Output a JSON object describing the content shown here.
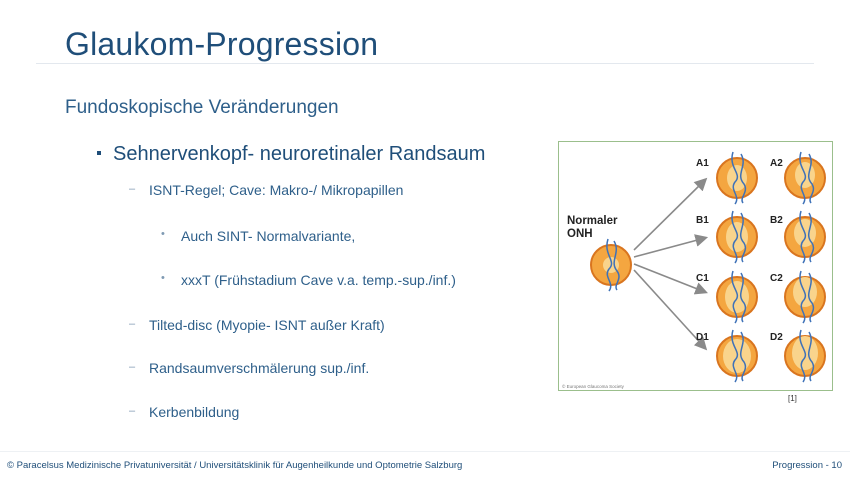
{
  "slide": {
    "title": "Glaukom-Progression",
    "subtitle": "Fundoskopische Veränderungen",
    "bullet_main": "Sehnervenkopf- neuroretinaler Randsaum",
    "items": [
      {
        "text": "ISNT-Regel; Cave: Makro-/ Mikropapillen"
      },
      {
        "text": "Auch SINT- Normalvariante,"
      },
      {
        "text": "xxxT (Frühstadium Cave v.a. temp.-sup./inf.)"
      },
      {
        "text": "Tilted-disc (Myopie- ISNT außer Kraft)"
      },
      {
        "text": "Randsaumverschmälerung sup./inf."
      },
      {
        "text": "Kerbenbildung"
      }
    ],
    "citation": "[1]"
  },
  "figure": {
    "normal_label_line1": "Normaler",
    "normal_label_line2": "ONH",
    "stage_labels": {
      "a1": "A1",
      "a2": "A2",
      "b1": "B1",
      "b2": "B2",
      "c1": "C1",
      "c2": "C2",
      "d1": "D1",
      "d2": "D2"
    },
    "copyright": "© European Glaucoma Society",
    "colors": {
      "disc_rim": "#e8862c",
      "disc_fill": "#f4a640",
      "cup": "#f9d48c",
      "vessel": "#3f72b8",
      "arrow": "#8a8a8a"
    }
  },
  "footer": {
    "left": "© Paracelsus Medizinische Privatuniversität / Universitätsklinik für Augenheilkunde und Optometrie Salzburg",
    "right": "Progression - 10"
  }
}
